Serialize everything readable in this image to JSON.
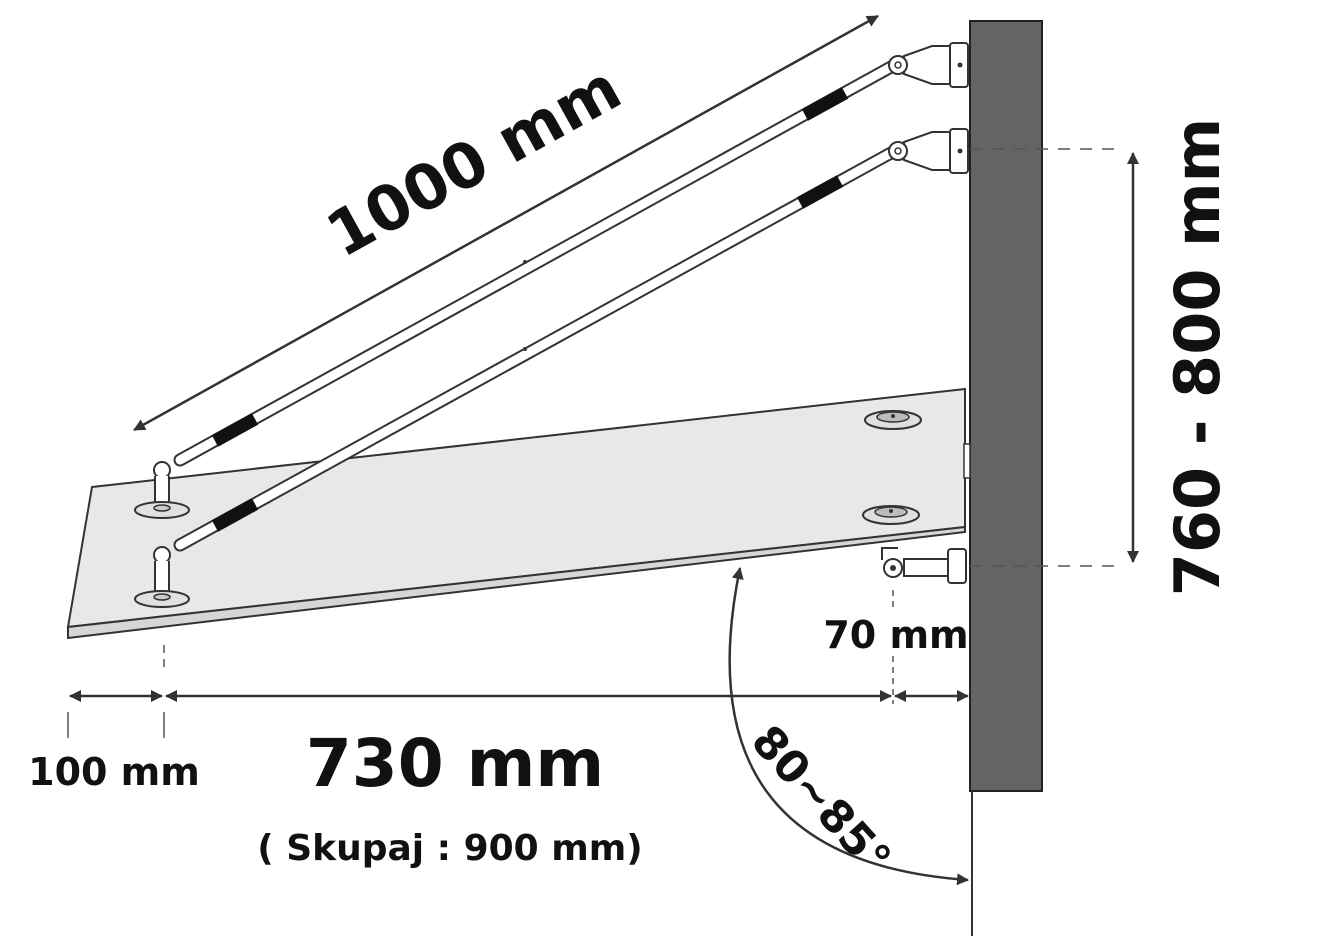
{
  "diagram": {
    "labels": {
      "rod_length": "1000 mm",
      "height_range": "760 - 800 mm",
      "wall_offset": "70 mm",
      "front_overhang": "100 mm",
      "depth": "730 mm",
      "total_depth": "( Skupaj : 900 mm)",
      "angle": "80~85°"
    },
    "colors": {
      "wall": "#646464",
      "panel": "#e8e8e8",
      "outline": "#222222",
      "rod_grip": "#111111"
    }
  }
}
